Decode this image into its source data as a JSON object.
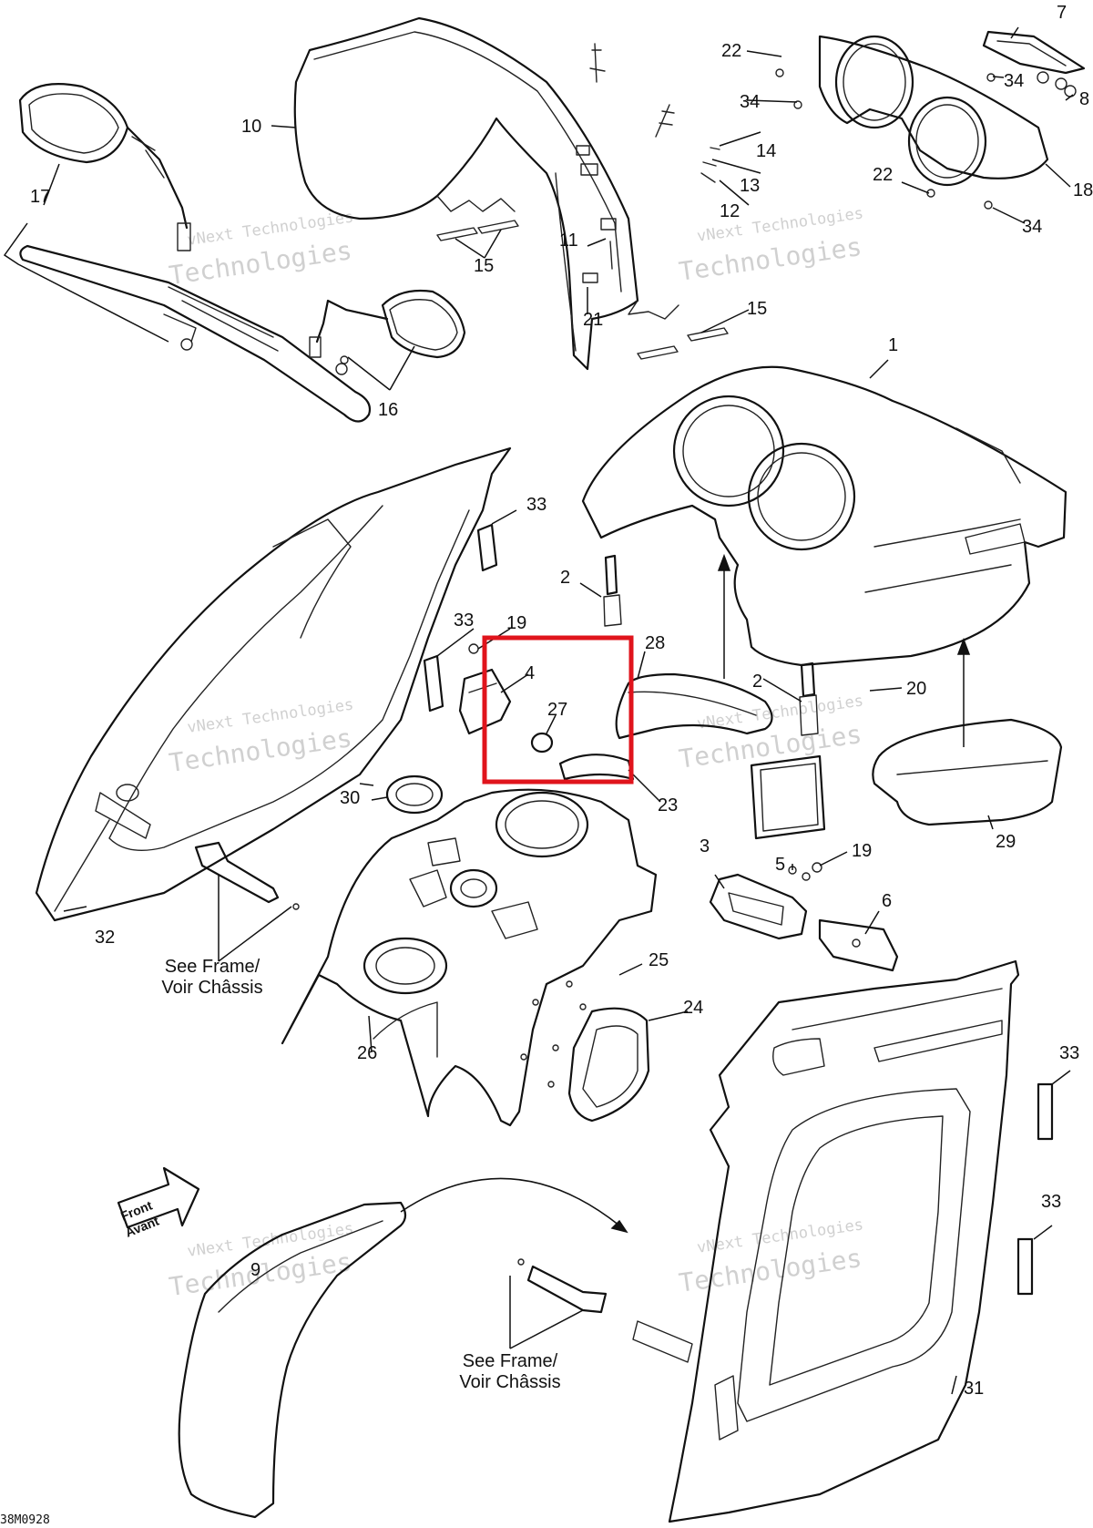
{
  "diagram_code": "38M0928",
  "watermark": {
    "line1": "vNext Technologies",
    "line2": "Technologies"
  },
  "front_label": {
    "line1": "Front",
    "line2": "Avant"
  },
  "see_frame_note": {
    "line1": "See Frame/",
    "line2": "Voir Châssis"
  },
  "highlight_color": "#e0141c",
  "callouts": {
    "c1": "1",
    "c2a": "2",
    "c2b": "2",
    "c3": "3",
    "c4": "4",
    "c5": "5",
    "c6": "6",
    "c7": "7",
    "c8": "8",
    "c9": "9",
    "c10": "10",
    "c11": "11",
    "c12": "12",
    "c13": "13",
    "c14": "14",
    "c15a": "15",
    "c15b": "15",
    "c16": "16",
    "c17": "17",
    "c18": "18",
    "c19a": "19",
    "c19b": "19",
    "c20": "20",
    "c21": "21",
    "c22a": "22",
    "c22b": "22",
    "c23": "23",
    "c24": "24",
    "c25": "25",
    "c26": "26",
    "c27": "27",
    "c28": "28",
    "c29": "29",
    "c30": "30",
    "c31": "31",
    "c32": "32",
    "c33a": "33",
    "c33b": "33",
    "c33c": "33",
    "c33d": "33",
    "c34a": "34",
    "c34b": "34",
    "c34c": "34"
  }
}
